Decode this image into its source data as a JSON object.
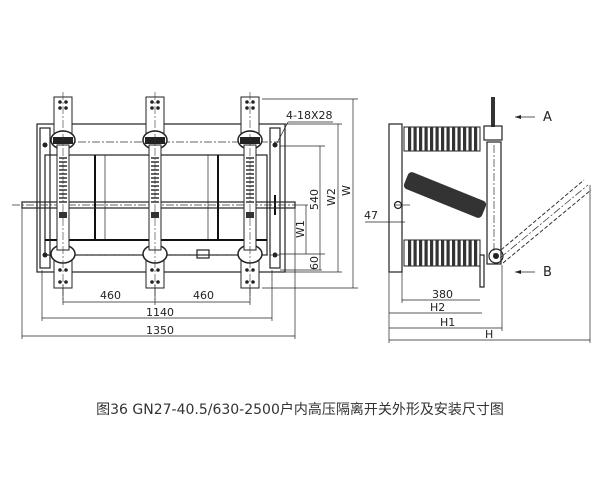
{
  "front_view": {
    "hole_spec": "4-18X28",
    "dims": {
      "pole_pitch_left": "460",
      "pole_pitch_right": "460",
      "mount_spacing": "1140",
      "overall_width": "1350",
      "hole_spacing": "540",
      "bottom_offset": "60",
      "w1": "W1",
      "w2": "W2",
      "w": "W"
    }
  },
  "side_view": {
    "arrow_a": "A",
    "arrow_b": "B",
    "dims": {
      "offset": "47",
      "insulator_length": "380",
      "h2": "H2",
      "h1": "H1",
      "h": "H"
    }
  },
  "caption": "图36 GN27-40.5/630-2500户内高压隔离开关外形及安装尺寸图"
}
